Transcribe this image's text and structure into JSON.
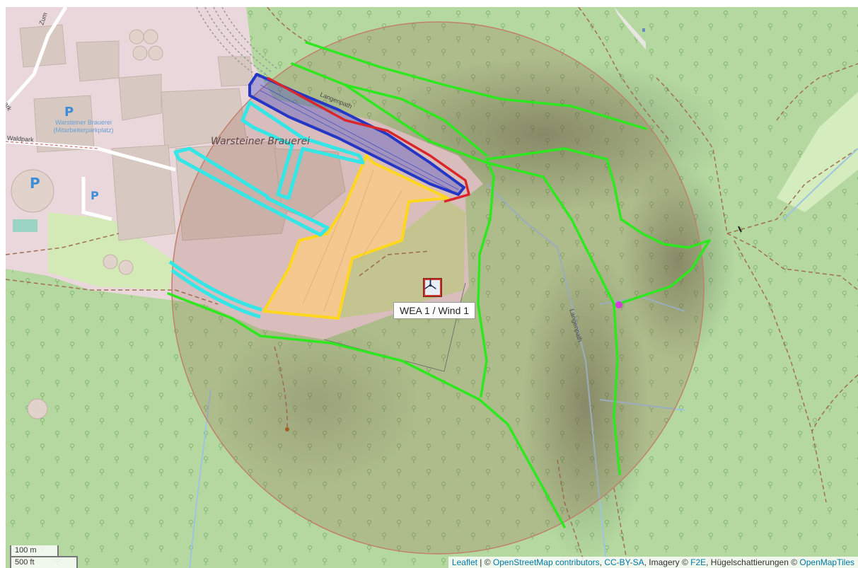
{
  "map": {
    "place_label": "Warsteiner Brauerei",
    "poi_labels": {
      "parking_main": "P",
      "parking_name": "Warsteiner Brauerei (Mitarbeiterparkplatz)",
      "parking_2": "P",
      "parking_3": "P"
    },
    "road_labels": {
      "waldpark": "Waldpark",
      "langenpath_1": "Langenpath",
      "langenpath_2": "Langenpath",
      "zum": "Zum",
      "park_left": "ark"
    },
    "marker": {
      "icon": "wind-turbine-icon",
      "tooltip": "WEA 1 / Wind 1"
    },
    "scale": {
      "metric": "100 m",
      "imperial": "500 ft"
    },
    "attribution": {
      "leaflet": "Leaflet",
      "sep1": " | © ",
      "osm": "OpenStreetMap contributors",
      "sep2": ", ",
      "license": "CC-BY-SA",
      "imagery": ", Imagery © ",
      "f2e": "F2E",
      "hills": ", Hügelschattierungen © ",
      "omt": "OpenMapTiles"
    },
    "colors": {
      "forest": "#b7dba0",
      "industrial": "#ead7dc",
      "radius_fill": "rgba(150,80,60,0.20)",
      "radius_stroke": "#c0806a",
      "trail_green": "#2ee81f",
      "area_blue": "#2437c4",
      "area_red": "#d9262a",
      "area_cyan": "#35e6e6",
      "area_yellow": "#ffd71e",
      "area_orange_fill": "#f5c890",
      "marker_red": "#c8332b"
    }
  }
}
